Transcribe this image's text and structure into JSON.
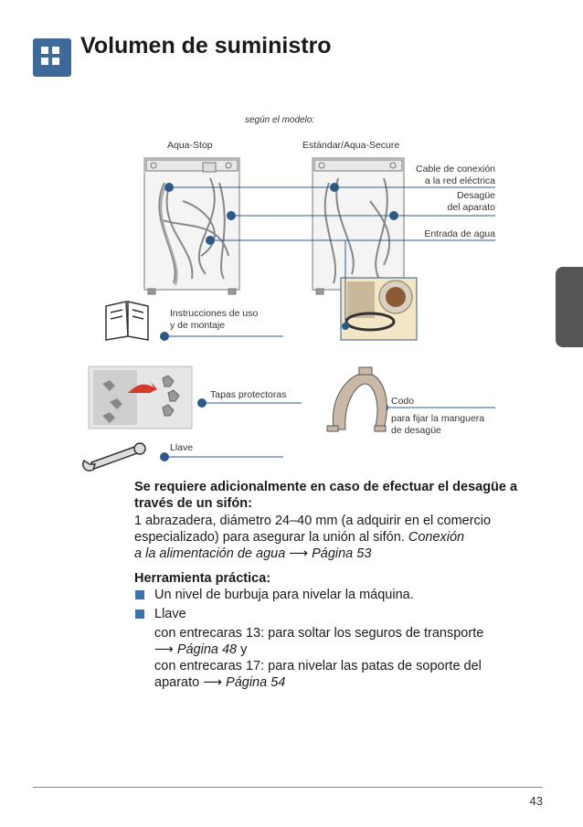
{
  "header": {
    "title": "Volumen de suministro"
  },
  "diagram": {
    "model_note": "según el modelo:",
    "label_aquastop": "Aqua-Stop",
    "label_standard": "Estándar/Aqua-Secure",
    "cable_line1": "Cable de conexión",
    "cable_line2": "a la red eléctrica",
    "drain_line1": "Desagüe",
    "drain_line2": "del aparato",
    "water_inlet": "Entrada de agua",
    "manual_line1": "Instrucciones de uso",
    "manual_line2": "y de montaje",
    "caps": "Tapas protectoras",
    "elbow": "Codo",
    "elbow_line1": "para fijar la manguera",
    "elbow_line2": "de desagüe",
    "wrench": "Llave"
  },
  "section1": {
    "heading_line1": "Se requiere adicionalmente en caso de efectuar el desagüe a",
    "heading_line2": "través de un sifón:",
    "line1": "1 abrazadera, diámetro 24–40 mm (a adquirir en el comercio",
    "line2a": "especializado) para asegurar la unión al sifón. ",
    "line2b": "Conexión",
    "line3": "a la alimentación de agua ⟶ Página 53"
  },
  "section2": {
    "heading": "Herramienta práctica:",
    "bullet1": "Un nivel de burbuja para nivelar la máquina.",
    "bullet2": "Llave",
    "sub1": "con entrecaras 13: para soltar los seguros de transporte",
    "sub2": "⟶ Página 48",
    "sub2b": " y",
    "sub3": "con entrecaras 17: para nivelar las patas de soporte del",
    "sub4a": "aparato ",
    "sub4b": "⟶ Página 54"
  },
  "footer": {
    "page_number": "43"
  },
  "colors": {
    "accent": "#3d6a9a",
    "bullet": "#3a73ae",
    "line": "#2b5a8a"
  }
}
